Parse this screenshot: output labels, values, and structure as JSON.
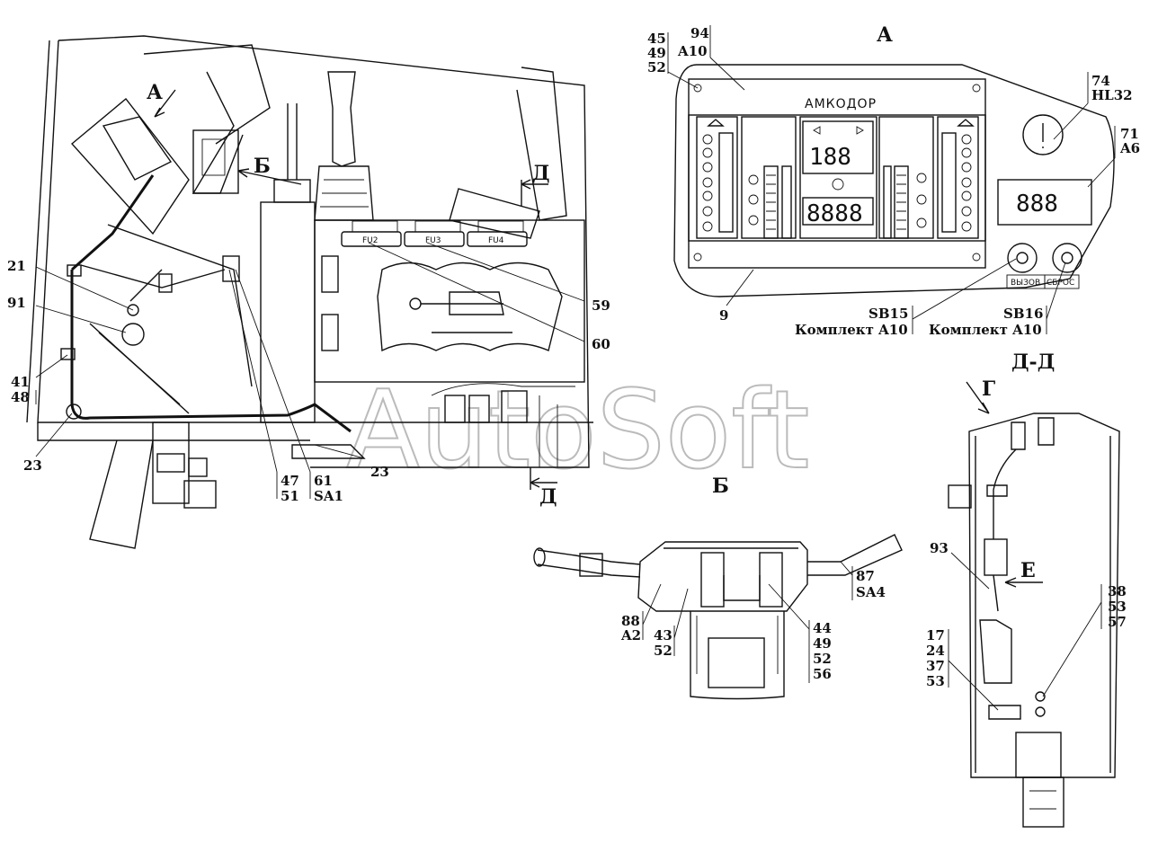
{
  "views": {
    "view_a": "А",
    "view_b": "Б",
    "view_dd": "Д-Д",
    "arrow_a": "А",
    "arrow_b": "Б",
    "arrow_d_top": "Д",
    "arrow_d_bottom": "Д",
    "arrow_g": "Г",
    "arrow_e": "Е"
  },
  "panel": {
    "brand": "АМКОДОР",
    "display_small": "888",
    "display_big": "188",
    "display_counter": "8888",
    "btn_call": "ВЫЗОВ",
    "btn_reset": "СБРОС"
  },
  "fuses": [
    "FU2",
    "FU3",
    "FU4"
  ],
  "callouts": {
    "c45": "45",
    "c49": "49",
    "c52a": "52",
    "c94": "94",
    "cA10": "A10",
    "c74": "74",
    "cHL32": "HL32",
    "c71": "71",
    "cA6": "A6",
    "c9": "9",
    "cSB15": "SB15",
    "kit1": "Комплект A10",
    "cSB16": "SB16",
    "kit2": "Комплект A10",
    "c21": "21",
    "c91": "91",
    "c41": "41",
    "c48": "48",
    "c23a": "23",
    "c23b": "23",
    "c47": "47",
    "c51": "51",
    "c61": "61",
    "cSA1": "SA1",
    "c59": "59",
    "c60": "60",
    "c87": "87",
    "cSA4": "SA4",
    "c88": "88",
    "cA2": "A2",
    "c43": "43",
    "c52b": "52",
    "c44": "44",
    "c49b": "49",
    "c52c": "52",
    "c56": "56",
    "c93": "93",
    "c38": "38",
    "c53a": "53",
    "c57": "57",
    "c17": "17",
    "c24": "24",
    "c37": "37",
    "c53b": "53"
  },
  "watermark": "AutoSoft"
}
